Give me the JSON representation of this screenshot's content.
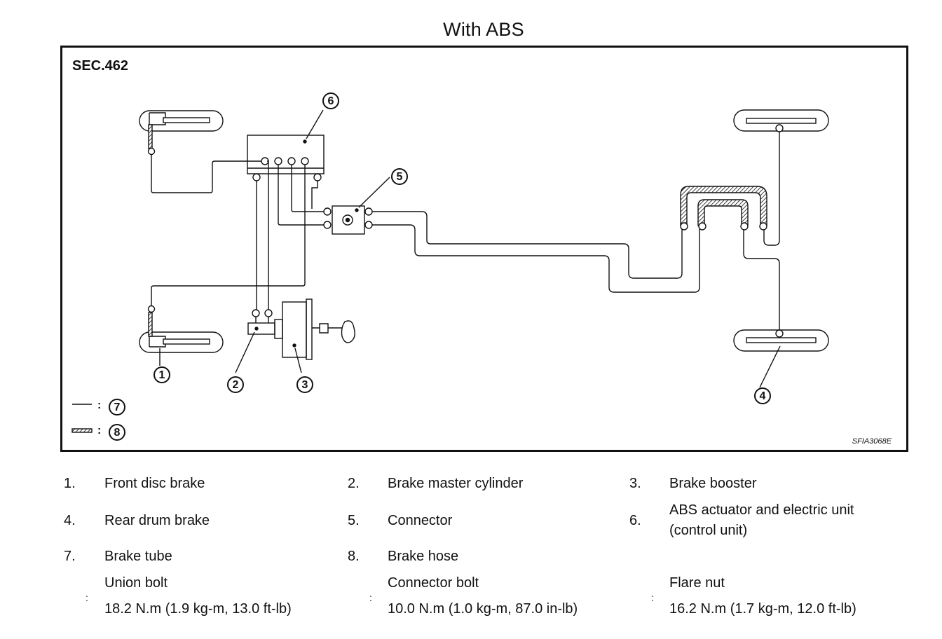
{
  "title": "With ABS",
  "section_label": "SEC.462",
  "figure_code": "SFIA3068E",
  "callouts": [
    "1",
    "2",
    "3",
    "4",
    "5",
    "6",
    "7",
    "8"
  ],
  "legend_separator": ":",
  "legend": [
    {
      "symbol": "thin-line",
      "ref": "7"
    },
    {
      "symbol": "hatched-bar",
      "ref": "8"
    }
  ],
  "parts": [
    {
      "num": "1.",
      "name": "Front disc brake"
    },
    {
      "num": "2.",
      "name": "Brake master cylinder"
    },
    {
      "num": "3.",
      "name": "Brake booster"
    },
    {
      "num": "4.",
      "name": "Rear drum brake"
    },
    {
      "num": "5.",
      "name": "Connector"
    },
    {
      "num": "6.",
      "name": "ABS actuator and electric unit",
      "name2": "(control unit)"
    },
    {
      "num": "7.",
      "name": "Brake tube"
    },
    {
      "num": "8.",
      "name": "Brake hose"
    }
  ],
  "torques": [
    {
      "label": "Union bolt",
      "sep": ":",
      "value": "18.2 N.m (1.9 kg-m, 13.0 ft-lb)"
    },
    {
      "label": "Connector bolt",
      "sep": ":",
      "value": "10.0 N.m (1.0 kg-m, 87.0 in-lb)"
    },
    {
      "label": "Flare nut",
      "sep": ":",
      "value": "16.2 N.m (1.7 kg-m, 12.0 ft-lb)"
    }
  ]
}
